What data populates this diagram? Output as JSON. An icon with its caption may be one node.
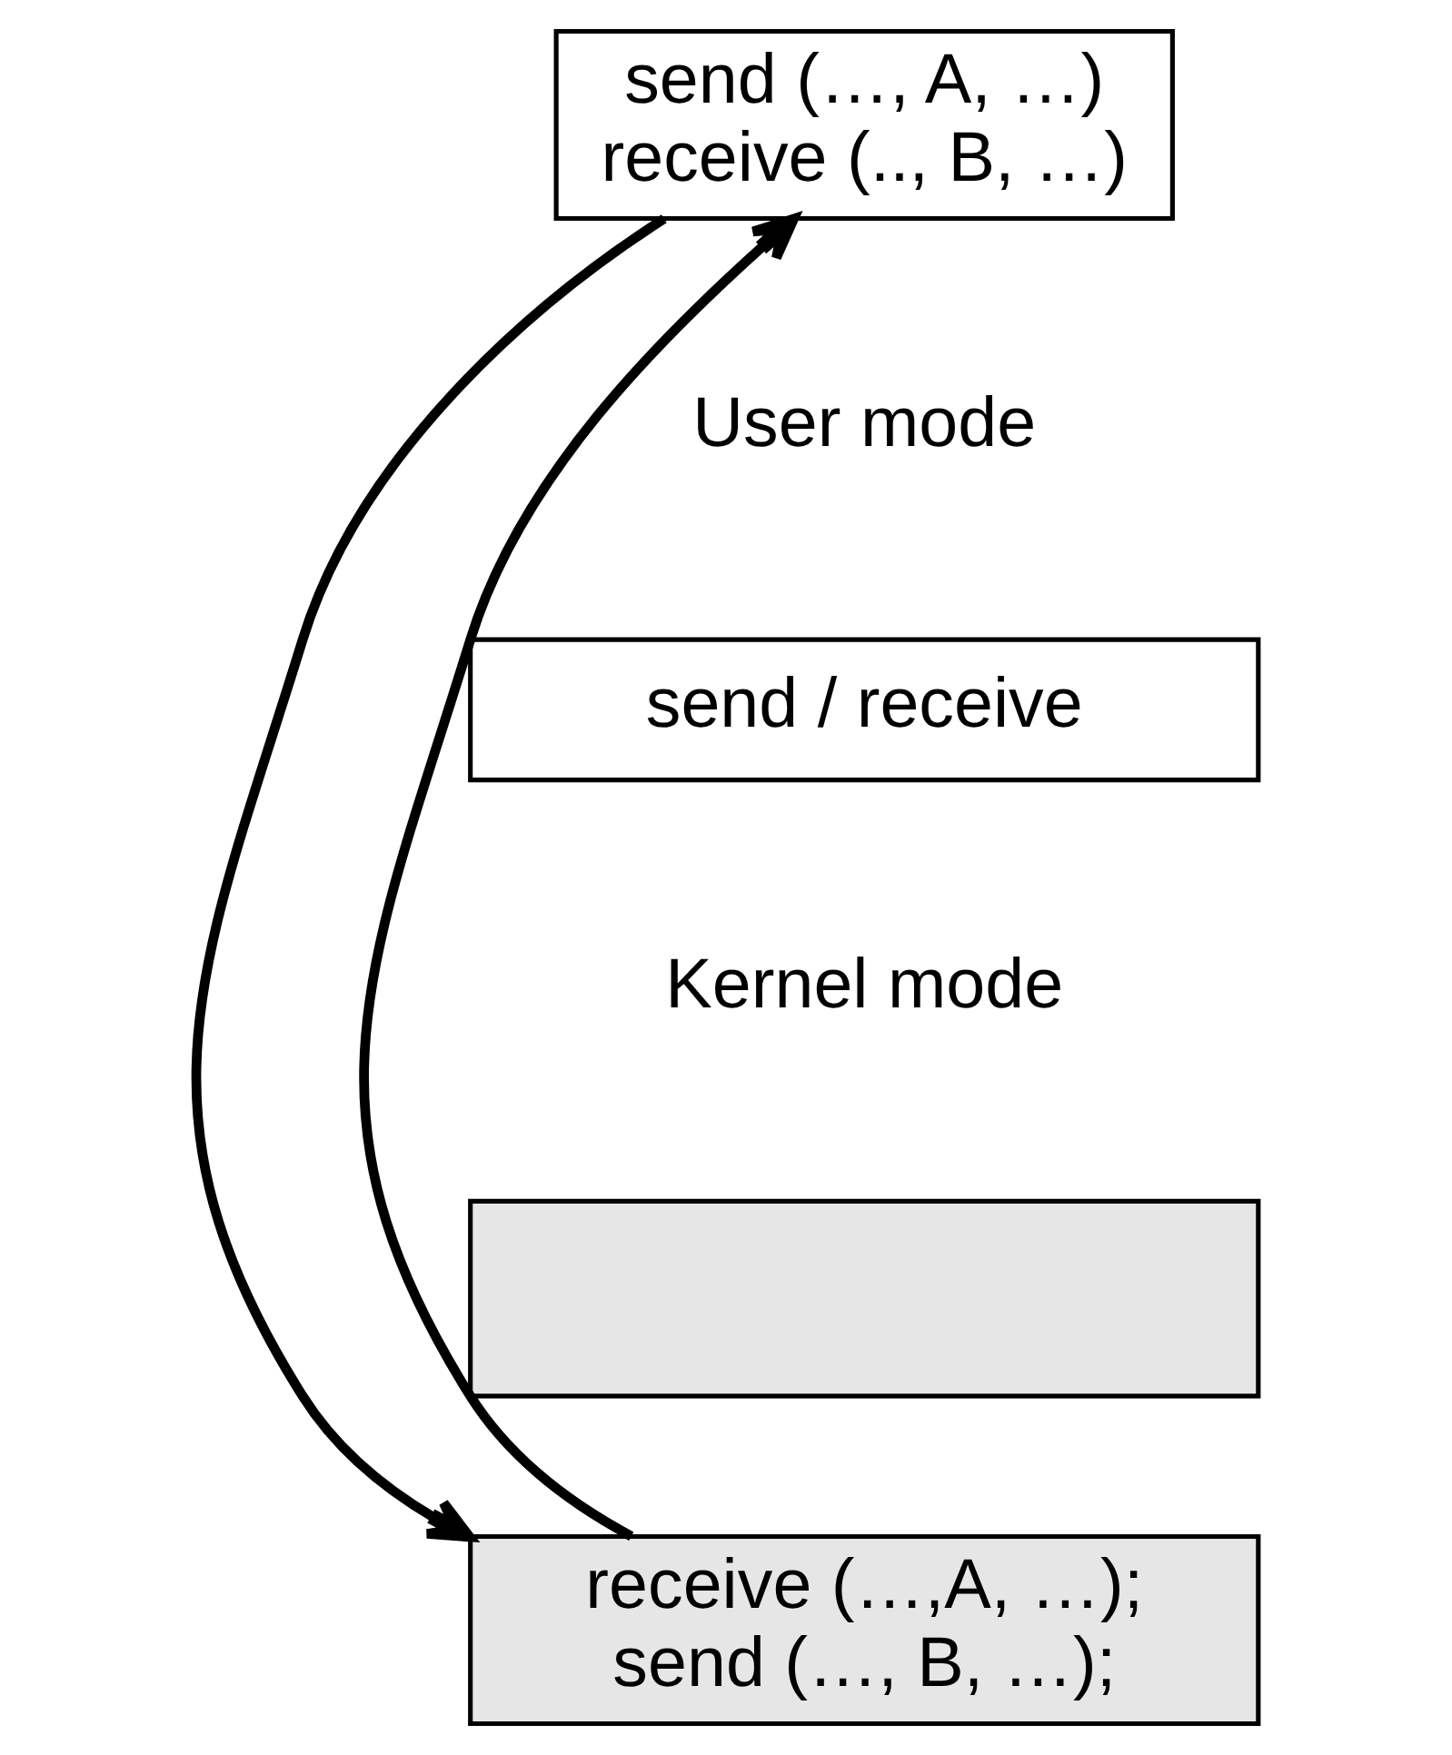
{
  "diagram": {
    "nodes": [
      {
        "text": [
          "send (…, A, …)",
          "receive (.., B, …)"
        ]
      },
      {
        "text": [
          "send / receive"
        ]
      },
      {
        "text": [],
        "shape": "box"
      },
      {
        "text": [
          "receive (…,A, …);",
          "send (…, B, …);"
        ]
      }
    ],
    "edges": [
      {
        "from": 0,
        "to": 3,
        "arrow": "to"
      },
      {
        "from": 3,
        "to": 0,
        "arrow": "to"
      }
    ],
    "labels": [
      "User mode",
      "Kernel mode"
    ]
  }
}
